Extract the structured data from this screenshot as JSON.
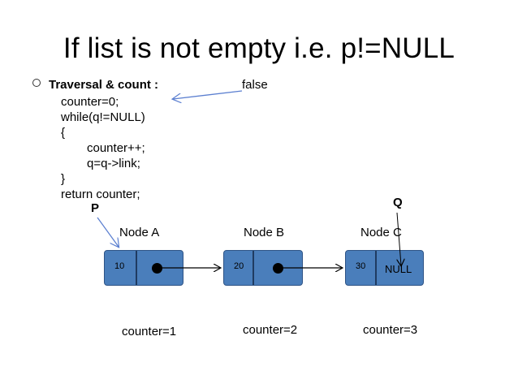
{
  "title": "If list is not empty i.e. p!=NULL",
  "code": {
    "heading": "Traversal & count :",
    "lines": [
      "counter=0;",
      "while(q!=NULL)",
      "{",
      "counter++;",
      "q=q->link;",
      "}",
      "return counter;"
    ]
  },
  "annotation": "false",
  "pointers": {
    "p": "P",
    "q": "Q"
  },
  "nodes": [
    {
      "label": "Node A",
      "value": "10",
      "counter": "counter=1"
    },
    {
      "label": "Node B",
      "value": "20",
      "counter": "counter=2"
    },
    {
      "label": "Node C",
      "value": "30",
      "next": "NULL",
      "counter": "counter=3"
    }
  ],
  "colors": {
    "node_fill": "#4a7ebb",
    "node_border": "#2f5486",
    "arrow_blue": "#5b7fd0"
  }
}
